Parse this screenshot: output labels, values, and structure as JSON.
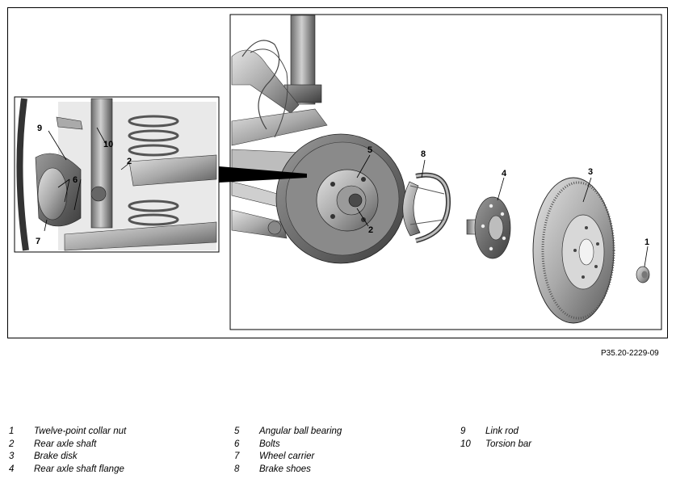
{
  "figure": {
    "reference": "P35.20-2229-09",
    "callouts": {
      "c1": "1",
      "c2": "2",
      "c2_inset": "2",
      "c3": "3",
      "c4": "4",
      "c5": "5",
      "c6": "6",
      "c7": "7",
      "c8": "8",
      "c9": "9",
      "c10": "10"
    }
  },
  "legend": {
    "col1": [
      {
        "num": "1",
        "label": "Twelve-point collar nut"
      },
      {
        "num": "2",
        "label": "Rear axle shaft"
      },
      {
        "num": "3",
        "label": "Brake disk"
      },
      {
        "num": "4",
        "label": "Rear axle shaft flange"
      }
    ],
    "col2": [
      {
        "num": "5",
        "label": "Angular ball bearing"
      },
      {
        "num": "6",
        "label": "Bolts"
      },
      {
        "num": "7",
        "label": "Wheel carrier"
      },
      {
        "num": "8",
        "label": "Brake shoes"
      }
    ],
    "col3": [
      {
        "num": "9",
        "label": "Link rod"
      },
      {
        "num": "10",
        "label": "Torsion bar"
      }
    ]
  }
}
